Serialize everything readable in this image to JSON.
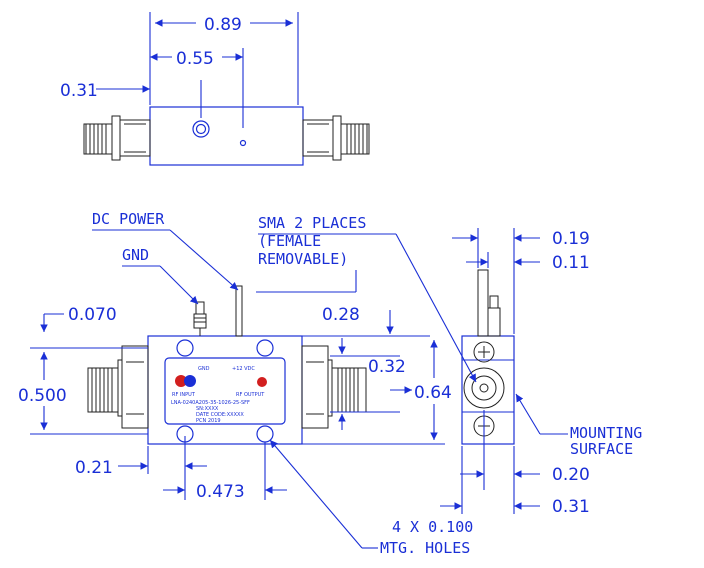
{
  "dimensions": {
    "top_overall": "0.89",
    "top_port_offset": "0.55",
    "top_height": "0.31",
    "hole_offset_top": "0.070",
    "body_height_front": "0.500",
    "gnd_offset_left": "0.21",
    "holes_spacing": "0.473",
    "upper_right_offset": "0.28",
    "center_height": "0.32",
    "total_height_front": "0.64",
    "side_upper_1": "0.19",
    "side_upper_2": "0.11",
    "side_lower_1": "0.20",
    "side_lower_2": "0.31"
  },
  "labels": {
    "dc_power": "DC POWER",
    "gnd": "GND",
    "sma_line1": "SMA 2 PLACES",
    "sma_line2": "(FEMALE",
    "sma_line3": "REMOVABLE)",
    "mounting_line1": "MOUNTING",
    "mounting_line2": "SURFACE",
    "holes_line1": "4 X 0.100",
    "holes_line2": "MTG. HOLES"
  },
  "device_label": {
    "gnd": "GND",
    "vdc": "+12 VDC",
    "rf_input": "RF INPUT",
    "rf_output": "RF OUTPUT",
    "model": "LNA-0240A205-35-1026-25-SFF",
    "serial": "SN:XXXX",
    "date_code": "DATE CODE:XXXXX",
    "pcn": "PCN 2019"
  },
  "colors": {
    "line": "#1a2fd6",
    "ink": "#222222",
    "led": "#d21f1f"
  }
}
